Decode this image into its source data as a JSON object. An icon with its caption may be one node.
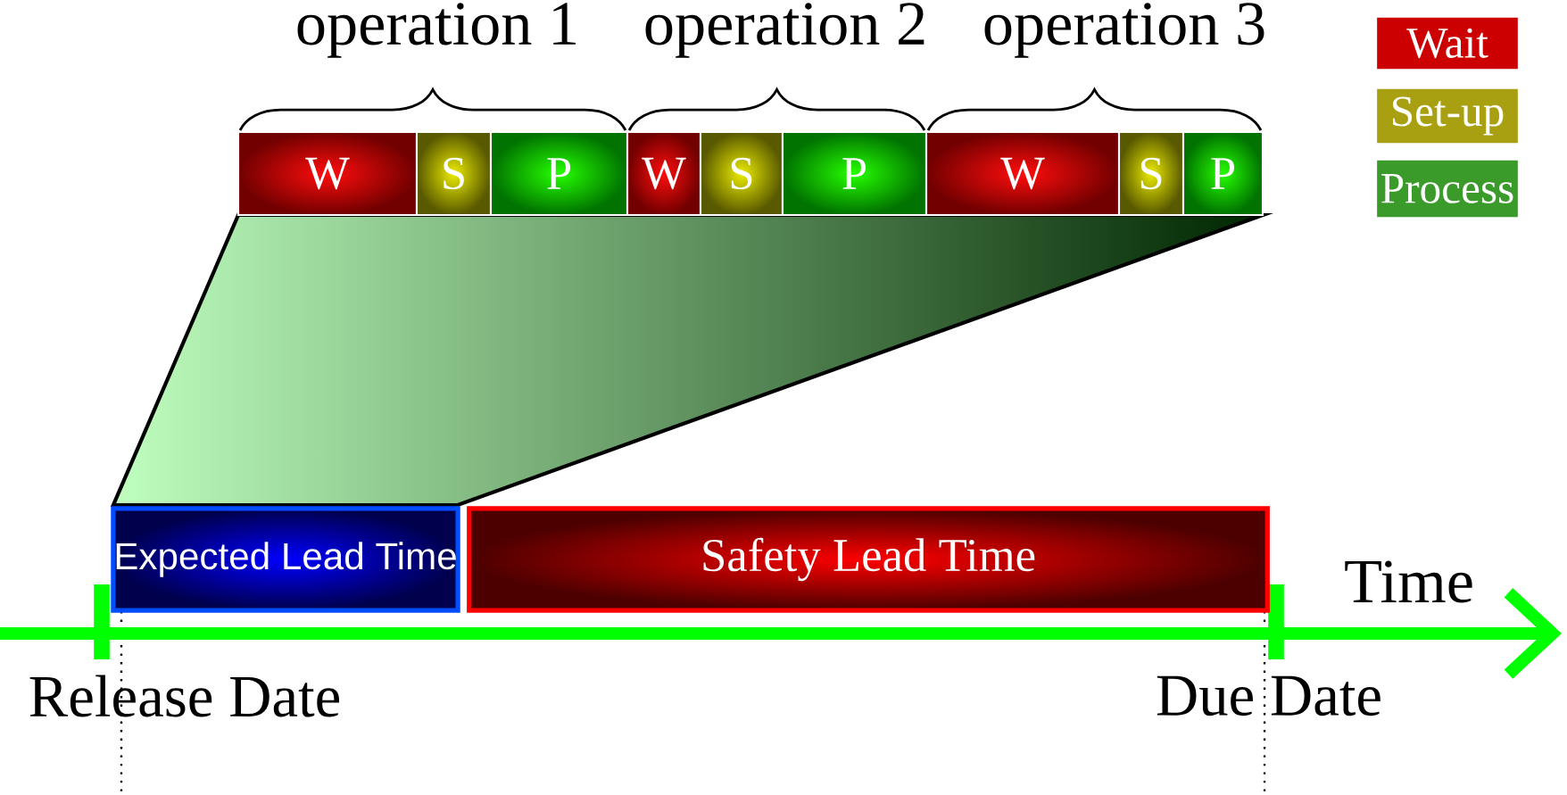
{
  "diagram": {
    "nodes": [
      {
        "text": [
          "W"
        ]
      },
      {
        "text": [
          "S"
        ]
      },
      {
        "text": [
          "P"
        ]
      },
      {
        "text": [
          "W"
        ]
      },
      {
        "text": [
          "S"
        ]
      },
      {
        "text": [
          "P"
        ]
      },
      {
        "text": [
          "W"
        ]
      },
      {
        "text": [
          "S"
        ]
      },
      {
        "text": [
          "P"
        ]
      },
      {
        "text": [
          "Expected Lead Time"
        ]
      },
      {
        "text": [
          "Safety Lead Time"
        ]
      }
    ],
    "labels": [
      "operation 1",
      "operation 2",
      "operation 3",
      "Time",
      "Release Date",
      "Due Date"
    ],
    "legend": [
      {
        "text": "Wait",
        "color": "#cc0000"
      },
      {
        "text": "Set-up",
        "color": "#a8a010"
      },
      {
        "text": "Process",
        "color": "#3a9a2a"
      }
    ]
  }
}
